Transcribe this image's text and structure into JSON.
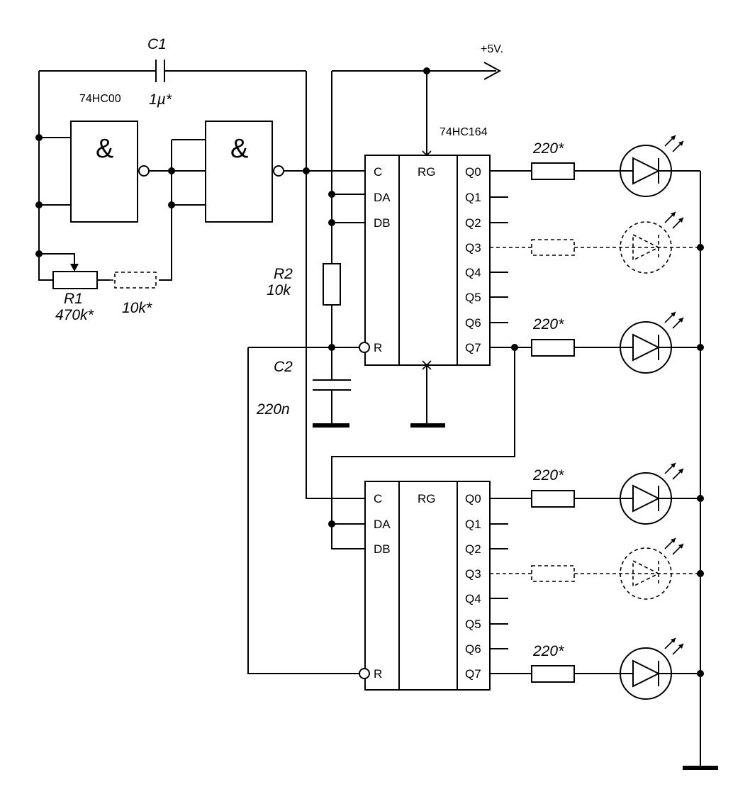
{
  "supply": "+5V.",
  "c1": {
    "name": "C1",
    "value": "1µ*"
  },
  "nand_part": "74HC00",
  "nand_symbol": "&",
  "r1": {
    "name": "R1",
    "value": "470k*"
  },
  "r_optional": "10k*",
  "r2": {
    "name": "R2",
    "value": "10k"
  },
  "c2": {
    "name": "C2",
    "value": "220n"
  },
  "register_part": "74HC164",
  "register": {
    "title": "RG",
    "inputs": [
      "C",
      "DA",
      "DB",
      "R"
    ],
    "outputs": [
      "Q0",
      "Q1",
      "Q2",
      "Q3",
      "Q4",
      "Q5",
      "Q6",
      "Q7"
    ]
  },
  "led_resistor": "220*"
}
